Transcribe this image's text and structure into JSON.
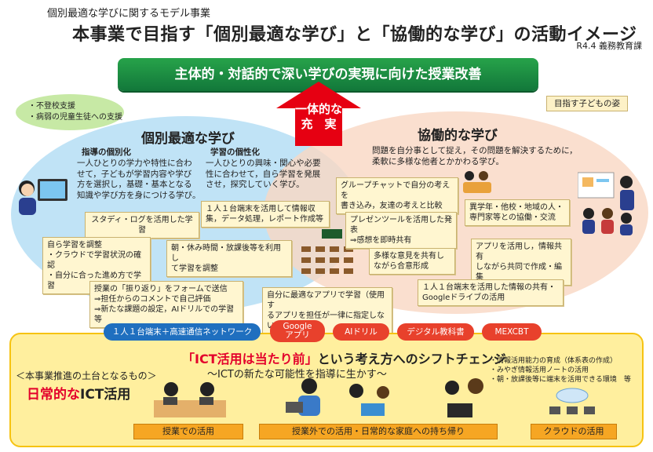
{
  "header": {
    "subtitle": "個別最適な学びに関するモデル事業",
    "title": "本事業で目指す「個別最適な学び」と「協働的な学び」の活動イメージ",
    "dept": "R4.4 義務教育課"
  },
  "banner": "主体的・対話的で深い学びの実現に向けた授業改善",
  "cloud": [
    "・不登校支援",
    "・病弱の児童生徒への支援"
  ],
  "goal_label": "目指す子どもの姿",
  "arrow_text": [
    "一体的な",
    "充　実"
  ],
  "kobetsu": {
    "heading": "個別最適な学び",
    "shido_title": "指導の個別化",
    "shido_lines": [
      "一人ひとりの学力や特性に合わ",
      "せて，子どもが学習内容や学び",
      "方を選択し，基礎・基本となる",
      "知識や学び方を身につける学び。"
    ],
    "gakushu_title": "学習の個性化",
    "gakushu_lines": [
      "一人ひとりの興味・関心や必要",
      "性に合わせて，自ら学習を発展",
      "させ，探究していく学び。"
    ],
    "box_study_log": "スタディ・ログを活用した学習",
    "box_device": [
      "１人１台端末を活用して情報収",
      "集，データ処理，レポート作成等"
    ],
    "box_self": [
      "自ら学習を調整",
      "・クラウドで学習状況の確認",
      "・自分に合った進め方で学習"
    ],
    "box_morning": [
      "朝・休み時間・放課後等を利用し",
      "て学習を調整"
    ],
    "box_furikaeri": [
      "授業の「振り返り」をフォームで送信",
      "⇒担任からのコメントで自己評価",
      "⇒新たな課題の設定，AIドリルでの学習等"
    ],
    "box_app": [
      "自分に最適なアプリで学習（使用す",
      "るアプリを担任が一律に指定しない）"
    ]
  },
  "kyodo": {
    "heading": "協働的な学び",
    "desc": [
      "問題を自分事として捉え，その問題を解決するために，",
      "柔軟に多様な他者とかかわる学び。"
    ],
    "box_chat": [
      "グループチャットで自分の考えを",
      "書き込み，友達の考えと比較"
    ],
    "box_present": [
      "プレゼンツールを活用した発表",
      "⇒感想を即時共有"
    ],
    "box_diverse": [
      "多様な意見を共有し",
      "ながら合意形成"
    ],
    "box_expert": [
      "異学年・他校・地域の人・",
      "専門家等との協働・交流"
    ],
    "box_app_share": [
      "アプリを活用し，情報共有",
      "しながら共同で作成・編集"
    ],
    "box_google": [
      "１人１台端末を活用した情報の共有・",
      "Googleドライブの活用"
    ]
  },
  "pills": {
    "network": "１人１台端末＋高速通信ネットワーク",
    "google_app": [
      "Google",
      "アプリ"
    ],
    "ai_drill": "AIドリル",
    "digital_textbook": "デジタル教科書",
    "mexcbt": "MEXCBT"
  },
  "ict": {
    "headline_red": "「ICT活用は当たり前」",
    "headline_black": "という考え方へのシフトチェンジ",
    "sub": "～ICTの新たな可能性を指導に生かす～",
    "foundation": "＜本事業推進の土台となるもの＞",
    "daily_red": "日常的な",
    "daily_black": "ICT活用",
    "right_list": [
      "・情報活用能力の育成（体系表の作成）",
      "・みやぎ情報活用ノートの活用",
      "・朝・放課後等に端末を活用できる環境　等"
    ],
    "label_class": "授業での活用",
    "label_outside": "授業外での活用・日常的な家庭への持ち帰り",
    "label_cloud": "クラウドの活用"
  },
  "colors": {
    "banner": "#1f9446",
    "arrow": "#e60012",
    "network": "#1f6fbf",
    "pill_red": "#e8412c",
    "ict_border": "#f6c312"
  }
}
